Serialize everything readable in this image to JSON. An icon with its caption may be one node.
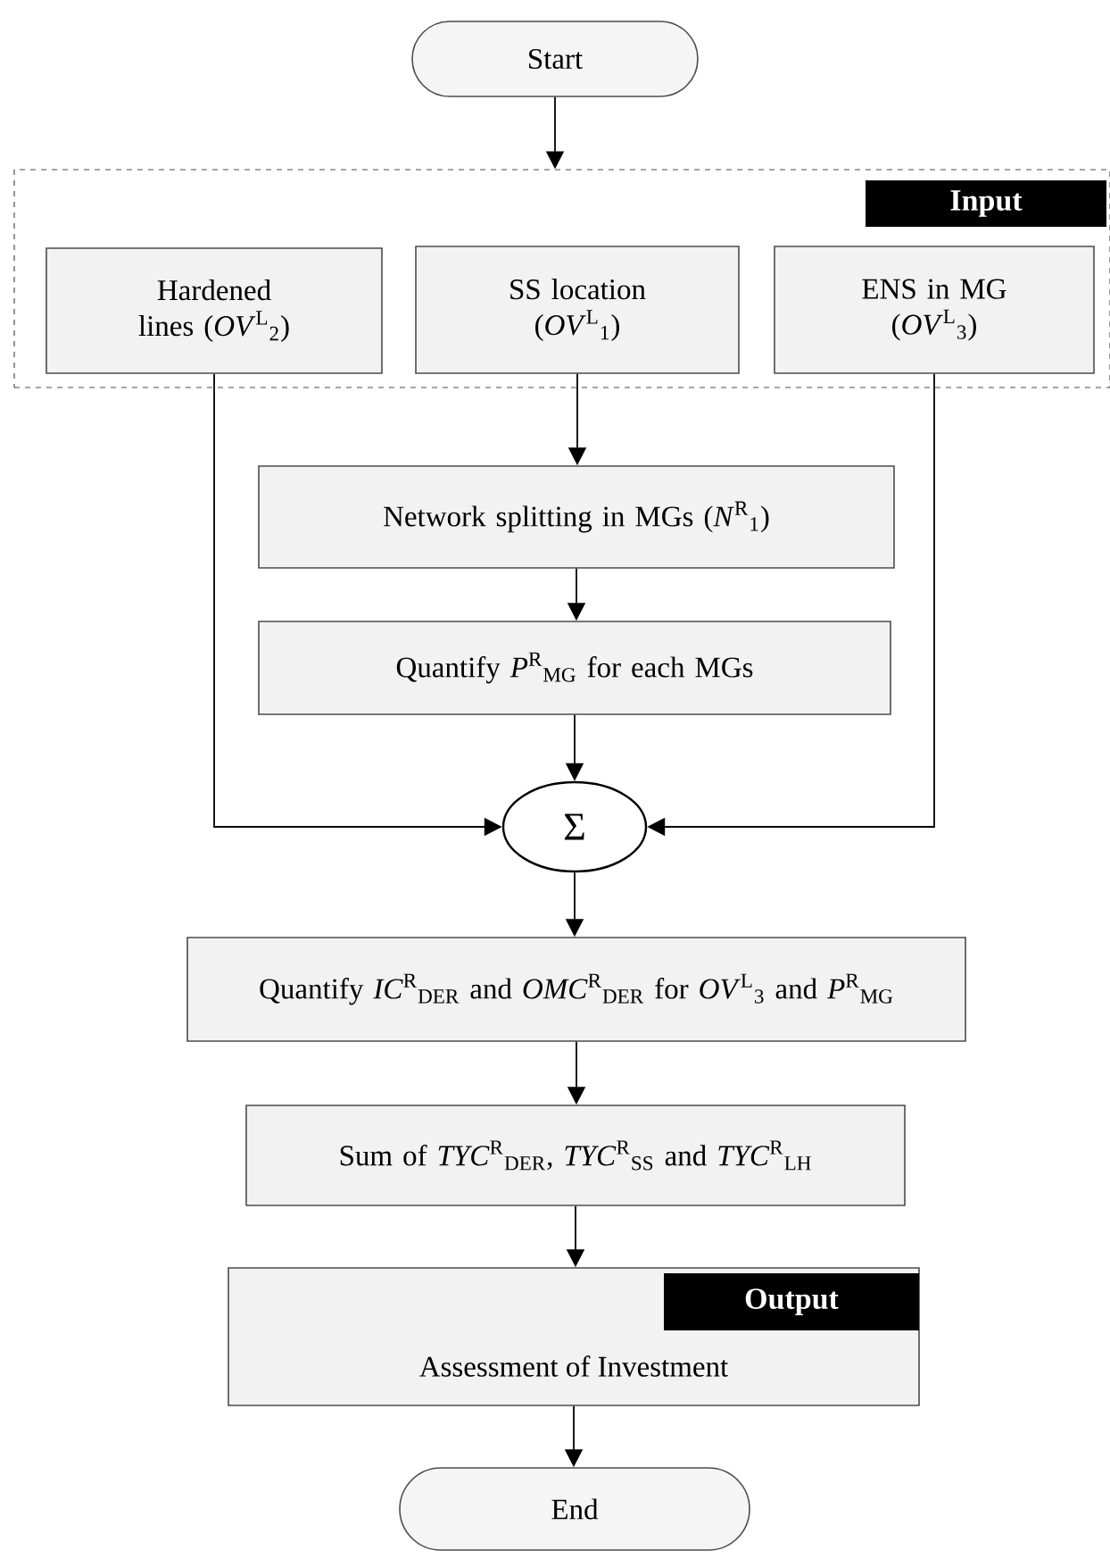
{
  "diagram": {
    "nodes": [
      {
        "text": [
          "Start"
        ]
      },
      {
        "text": [
          "Input"
        ]
      },
      {
        "text": [
          "Hardened lines (*OV*$^{L}$$_{2}$)"
        ],
        "in": 1
      },
      {
        "text": [
          "SS location (*OV*$^{L}$$_{1}$)"
        ],
        "in": 1
      },
      {
        "text": [
          "ENS in MG (*OV*$^{L}$$_{3}$)"
        ],
        "in": 1
      },
      {
        "text": [
          "Network splitting in MGs (*N*$^{R}$$_{1}$)"
        ]
      },
      {
        "text": [
          "Quantify *P*$^{R}$$_{MG}$ for each MGs"
        ]
      },
      {
        "text": [
          "Σ"
        ]
      },
      {
        "text": [
          "Quantify *IC*$^{R}$$_{DER}$ and *OMC*$^{R}$$_{DER}$ for *OV*$^{L}$$_{3}$ and *P*$^{R}$$_{MG}$"
        ]
      },
      {
        "text": [
          "Sum of *TYC*$^{R}$$_{DER}$, *TYC*$^{R}$$_{SS}$ and *TYC*$^{R}$$_{LH}$"
        ]
      },
      {
        "text": [
          "Output",
          "Assessment of Investment"
        ]
      },
      {
        "text": [
          "End"
        ]
      }
    ],
    "edges": [
      {
        "from": 0,
        "to": 1,
        "arrow": "to"
      },
      {
        "from": 3,
        "to": 5,
        "arrow": "to"
      },
      {
        "from": 5,
        "to": 6,
        "arrow": "to"
      },
      {
        "from": 6,
        "to": 7,
        "arrow": "to"
      },
      {
        "from": 2,
        "to": 7,
        "arrow": "to"
      },
      {
        "from": 4,
        "to": 7,
        "arrow": "to"
      },
      {
        "from": 7,
        "to": 8,
        "arrow": "to"
      },
      {
        "from": 8,
        "to": 9,
        "arrow": "to"
      },
      {
        "from": 9,
        "to": 10,
        "arrow": "to"
      },
      {
        "from": 10,
        "to": 11,
        "arrow": "to"
      }
    ]
  }
}
